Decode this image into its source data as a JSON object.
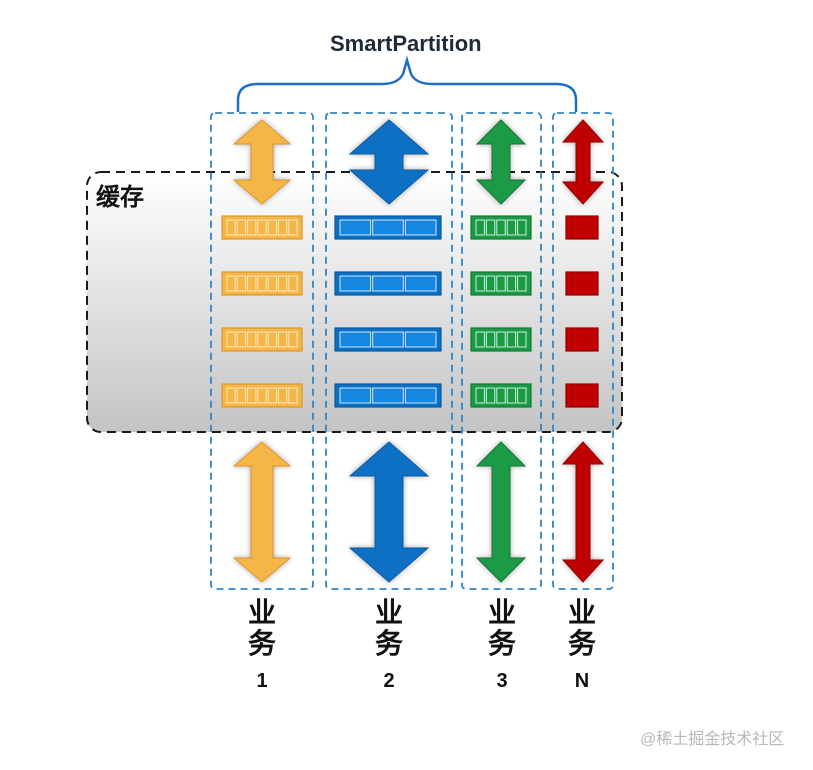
{
  "title": "SmartPartition",
  "cache_label": "缓存",
  "service_char_1": "业",
  "service_char_2": "务",
  "partitions": [
    {
      "id": "1",
      "number": "1",
      "color": "#f6b547",
      "stroke": "#d9982c",
      "slots_per_row": 7,
      "rows": 4
    },
    {
      "id": "2",
      "number": "2",
      "color": "#0b6fc4",
      "stroke": "#085a9f",
      "slots_per_row": 3,
      "rows": 4
    },
    {
      "id": "3",
      "number": "3",
      "color": "#1a9a45",
      "stroke": "#127834",
      "slots_per_row": 5,
      "rows": 4
    },
    {
      "id": "n",
      "number": "N",
      "color": "#c00000",
      "stroke": "#8f0000",
      "slots_per_row": 1,
      "rows": 4
    }
  ],
  "watermark": "@稀土掘金技术社区"
}
